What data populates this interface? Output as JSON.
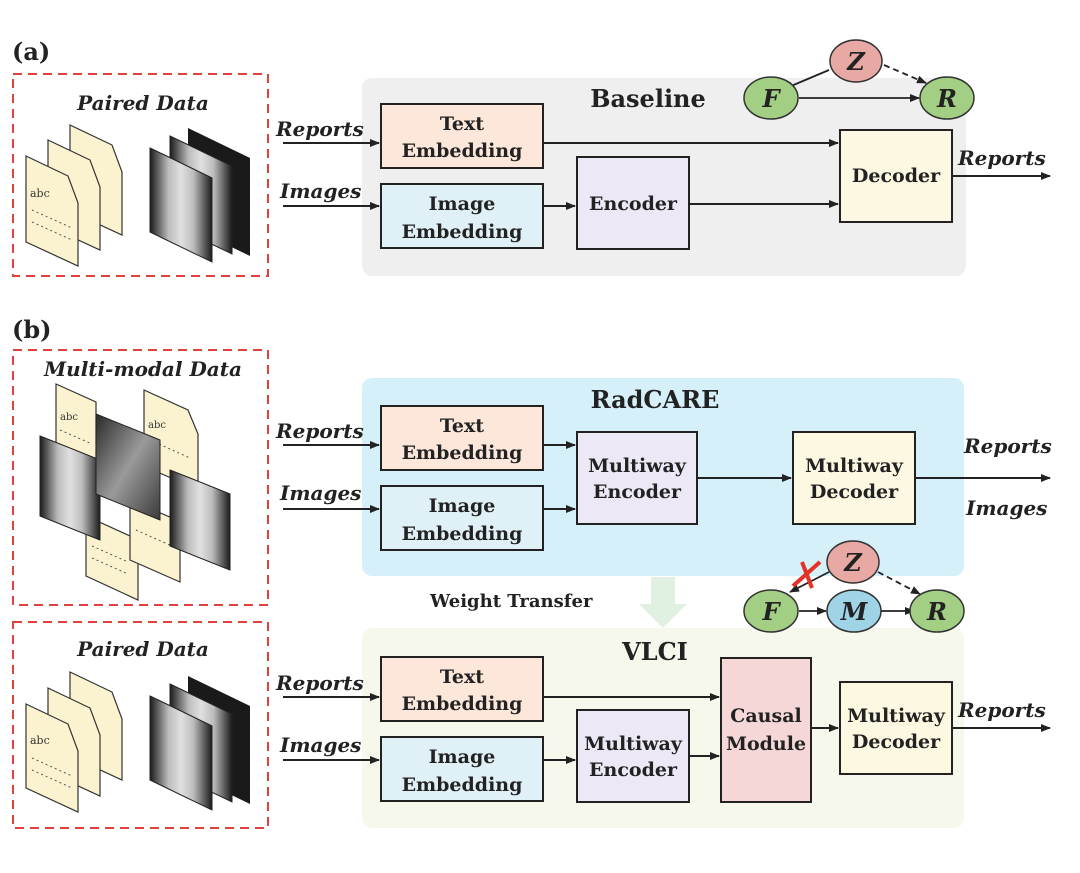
{
  "panel_a": {
    "label": "(a)",
    "data_title": "Paired Data",
    "doc_text": "abc",
    "container_title": "Baseline",
    "inputs": {
      "reports": "Reports",
      "images": "Images"
    },
    "boxes": {
      "text_embedding": [
        "Text",
        "Embedding"
      ],
      "image_embedding": [
        "Image",
        "Embedding"
      ],
      "encoder": "Encoder",
      "decoder": "Decoder"
    },
    "output": "Reports",
    "graph": {
      "z": "Z",
      "f": "F",
      "r": "R"
    }
  },
  "panel_b": {
    "label": "(b)",
    "data_title_top": "Multi-modal Data",
    "data_title_bottom": "Paired Data",
    "doc_text": "abc",
    "radcare": {
      "title": "RadCARE",
      "inputs": {
        "reports": "Reports",
        "images": "Images"
      },
      "boxes": {
        "text_embedding": [
          "Text",
          "Embedding"
        ],
        "image_embedding": [
          "Image",
          "Embedding"
        ],
        "multiway_encoder": [
          "Multiway",
          "Encoder"
        ],
        "multiway_decoder": [
          "Multiway",
          "Decoder"
        ]
      },
      "outputs": {
        "reports": "Reports",
        "images": "Images"
      }
    },
    "weight_transfer": "Weight Transfer",
    "vlci": {
      "title": "VLCI",
      "inputs": {
        "reports": "Reports",
        "images": "Images"
      },
      "boxes": {
        "text_embedding": [
          "Text",
          "Embedding"
        ],
        "image_embedding": [
          "Image",
          "Embedding"
        ],
        "multiway_encoder": [
          "Multiway",
          "Encoder"
        ],
        "causal_module": [
          "Causal",
          "Module"
        ],
        "multiway_decoder": [
          "Multiway",
          "Decoder"
        ]
      },
      "output": "Reports"
    },
    "graph": {
      "z": "Z",
      "f": "F",
      "m": "M",
      "r": "R"
    }
  },
  "colors": {
    "baseline_bg": "#efefef",
    "radcare_bg": "#d6f0fa",
    "vlci_bg": "#f6f8ec",
    "text_emb": "#fde7da",
    "image_emb": "#dff1f6",
    "encoder": "#ece8f5",
    "decoder": "#fdf8e1",
    "causal": "#f4d7d6",
    "node_z": "#e8a9a4",
    "node_green": "#a3cf85",
    "node_m": "#9fd3e6",
    "dashed_red": "#e0423c"
  }
}
